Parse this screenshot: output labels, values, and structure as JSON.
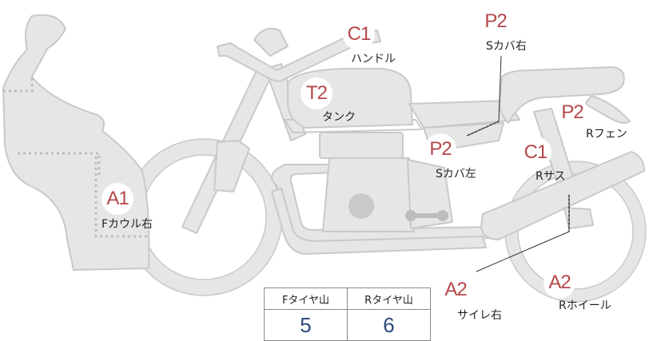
{
  "markers": [
    {
      "id": "handle",
      "grade": "C1",
      "label": "ハンドル"
    },
    {
      "id": "s-cover-right",
      "grade": "P2",
      "label": "Sカバ右"
    },
    {
      "id": "tank",
      "grade": "T2",
      "label": "タンク"
    },
    {
      "id": "r-fender",
      "grade": "P2",
      "label": "Rフェン"
    },
    {
      "id": "s-cover-left",
      "grade": "P2",
      "label": "Sカバ左"
    },
    {
      "id": "r-suspension",
      "grade": "C1",
      "label": "Rサス"
    },
    {
      "id": "f-cowl-right",
      "grade": "A1",
      "label": "Fカウル右"
    },
    {
      "id": "silencer-right",
      "grade": "A2",
      "label": "サイレ右"
    },
    {
      "id": "r-wheel",
      "grade": "A2",
      "label": "Rホイール"
    }
  ],
  "tread_table": {
    "front_header": "Fタイヤ山",
    "rear_header": "Rタイヤ山",
    "front_value": "5",
    "rear_value": "6"
  },
  "colors": {
    "part_fill": "#e6e6e4",
    "part_stroke": "#c9c9c7",
    "grade_text": "#b5474a",
    "value_text": "#2e4a7c"
  }
}
